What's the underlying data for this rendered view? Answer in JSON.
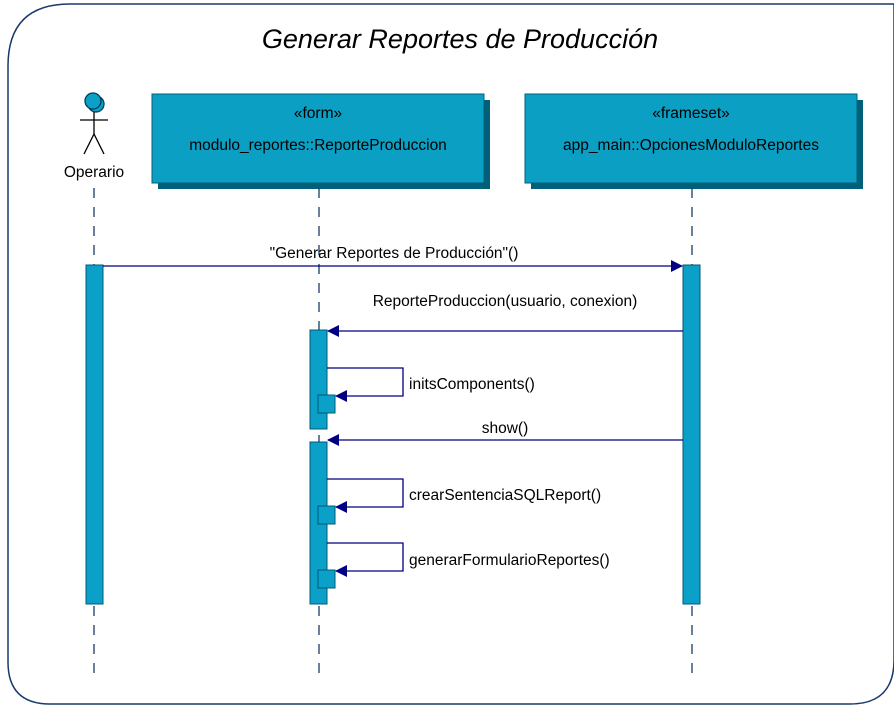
{
  "diagram": {
    "title": "Generar Reportes de Producción",
    "actor": {
      "name": "Operario",
      "icon": "stick-figure-icon"
    },
    "objects": [
      {
        "stereotype": "«form»",
        "name": "modulo_reportes::ReporteProduccion"
      },
      {
        "stereotype": "«frameset»",
        "name": "app_main::OpcionesModuloReportes"
      }
    ],
    "messages": [
      {
        "label": "\"Generar Reportes de Producción\"()",
        "from": "Operario",
        "to": "app_main::OpcionesModuloReportes"
      },
      {
        "label": "ReporteProduccion(usuario, conexion)",
        "from": "app_main::OpcionesModuloReportes",
        "to": "modulo_reportes::ReporteProduccion"
      },
      {
        "label": "initsComponents()",
        "from": "modulo_reportes::ReporteProduccion",
        "to": "modulo_reportes::ReporteProduccion"
      },
      {
        "label": "show()",
        "from": "app_main::OpcionesModuloReportes",
        "to": "modulo_reportes::ReporteProduccion"
      },
      {
        "label": "crearSentenciaSQLReport()",
        "from": "modulo_reportes::ReporteProduccion",
        "to": "modulo_reportes::ReporteProduccion"
      },
      {
        "label": "generarFormularioReportes()",
        "from": "modulo_reportes::ReporteProduccion",
        "to": "modulo_reportes::ReporteProduccion"
      }
    ],
    "colors": {
      "box_fill": "#0b9fc4",
      "box_shadow": "#00607a",
      "activation_fill": "#0aa0c8",
      "arrow": "#000080",
      "frame": "#1a3a6a"
    }
  }
}
